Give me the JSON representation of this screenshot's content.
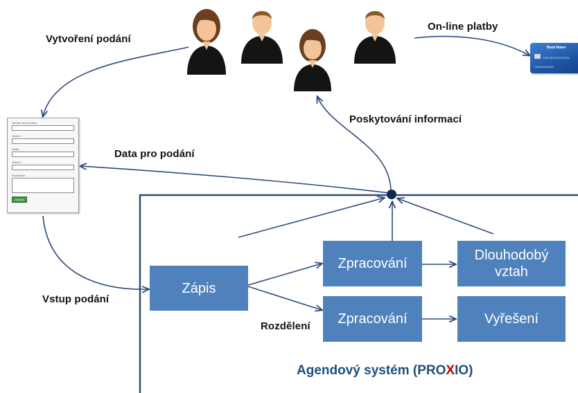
{
  "labels": {
    "vytvoreni": "Vytvoření podání",
    "online": "On-line platby",
    "poskytovani": "Poskytování informací",
    "data": "Data pro  podání",
    "vstup": "Vstup podání",
    "rozdeleni": "Rozdělení"
  },
  "boxes": {
    "zapis": "Zápis",
    "zpracovani_top": "Zpracování",
    "zpracovani_bottom": "Zpracování",
    "dlouhodoby_line1": "Dlouhodobý",
    "dlouhodoby_line2": "vztah",
    "vyreseni": "Vyřešení"
  },
  "system": {
    "title_prefix": "Agendový systém (",
    "title_pro": "PRO",
    "title_x": "X",
    "title_io": "IO",
    "title_suffix": ")"
  },
  "card": {
    "bank_name": "Bank Name",
    "number": "1234  5678  9876  5432",
    "holder": "CARDHOLDER"
  },
  "form": {
    "labels": [
      "Vyberte druh podání",
      "Jméno *",
      "Email",
      "Telefon",
      "Poznámka"
    ],
    "button": "Odeslat"
  },
  "colors": {
    "box": "#4f81bd",
    "arrow": "#2e4a7a",
    "hub": "#0f2b4d",
    "system_border": "#2f4b7c",
    "title": "#1f4e79",
    "title_x": "#c00000"
  },
  "icons": [
    "person-female-icon",
    "person-male-icon",
    "person-female-icon",
    "person-male-icon",
    "bank-card-icon",
    "web-form-icon"
  ]
}
